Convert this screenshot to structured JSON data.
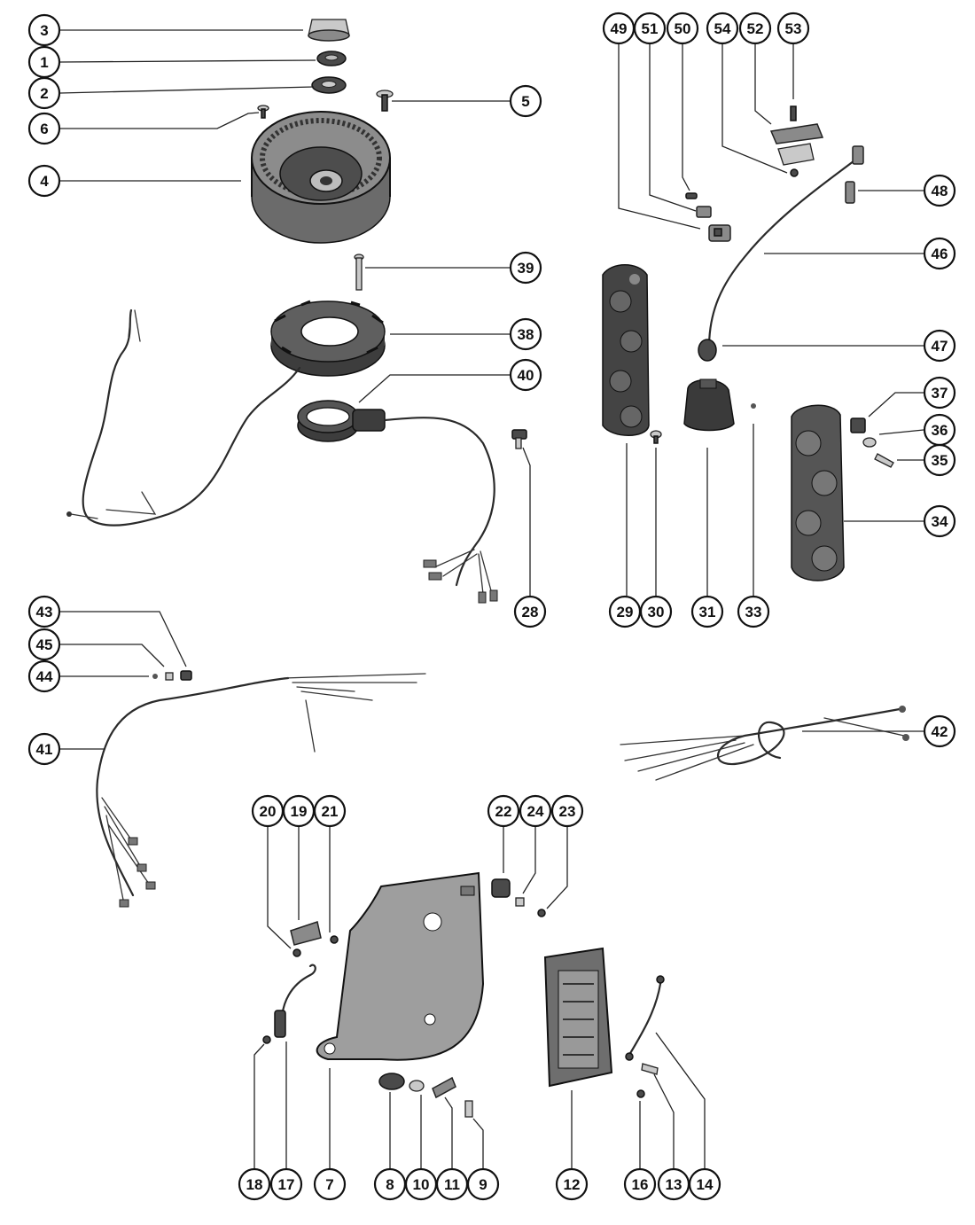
{
  "callouts": [
    {
      "id": "c3",
      "label": "3"
    },
    {
      "id": "c1",
      "label": "1"
    },
    {
      "id": "c2",
      "label": "2"
    },
    {
      "id": "c6",
      "label": "6"
    },
    {
      "id": "c4",
      "label": "4"
    },
    {
      "id": "c5",
      "label": "5"
    },
    {
      "id": "c39",
      "label": "39"
    },
    {
      "id": "c38",
      "label": "38"
    },
    {
      "id": "c40",
      "label": "40"
    },
    {
      "id": "c28",
      "label": "28"
    },
    {
      "id": "c49",
      "label": "49"
    },
    {
      "id": "c51",
      "label": "51"
    },
    {
      "id": "c50",
      "label": "50"
    },
    {
      "id": "c54",
      "label": "54"
    },
    {
      "id": "c52",
      "label": "52"
    },
    {
      "id": "c53",
      "label": "53"
    },
    {
      "id": "c48",
      "label": "48"
    },
    {
      "id": "c46",
      "label": "46"
    },
    {
      "id": "c47",
      "label": "47"
    },
    {
      "id": "c37",
      "label": "37"
    },
    {
      "id": "c36",
      "label": "36"
    },
    {
      "id": "c35",
      "label": "35"
    },
    {
      "id": "c34",
      "label": "34"
    },
    {
      "id": "c29",
      "label": "29"
    },
    {
      "id": "c30",
      "label": "30"
    },
    {
      "id": "c31",
      "label": "31"
    },
    {
      "id": "c33",
      "label": "33"
    },
    {
      "id": "c43",
      "label": "43"
    },
    {
      "id": "c45",
      "label": "45"
    },
    {
      "id": "c44",
      "label": "44"
    },
    {
      "id": "c41",
      "label": "41"
    },
    {
      "id": "c42",
      "label": "42"
    },
    {
      "id": "c20",
      "label": "20"
    },
    {
      "id": "c19",
      "label": "19"
    },
    {
      "id": "c21",
      "label": "21"
    },
    {
      "id": "c22",
      "label": "22"
    },
    {
      "id": "c24",
      "label": "24"
    },
    {
      "id": "c23",
      "label": "23"
    },
    {
      "id": "c18",
      "label": "18"
    },
    {
      "id": "c17",
      "label": "17"
    },
    {
      "id": "c7",
      "label": "7"
    },
    {
      "id": "c8",
      "label": "8"
    },
    {
      "id": "c10",
      "label": "10"
    },
    {
      "id": "c11",
      "label": "11"
    },
    {
      "id": "c9",
      "label": "9"
    },
    {
      "id": "c12",
      "label": "12"
    },
    {
      "id": "c16",
      "label": "16"
    },
    {
      "id": "c13",
      "label": "13"
    },
    {
      "id": "c14",
      "label": "14"
    }
  ]
}
